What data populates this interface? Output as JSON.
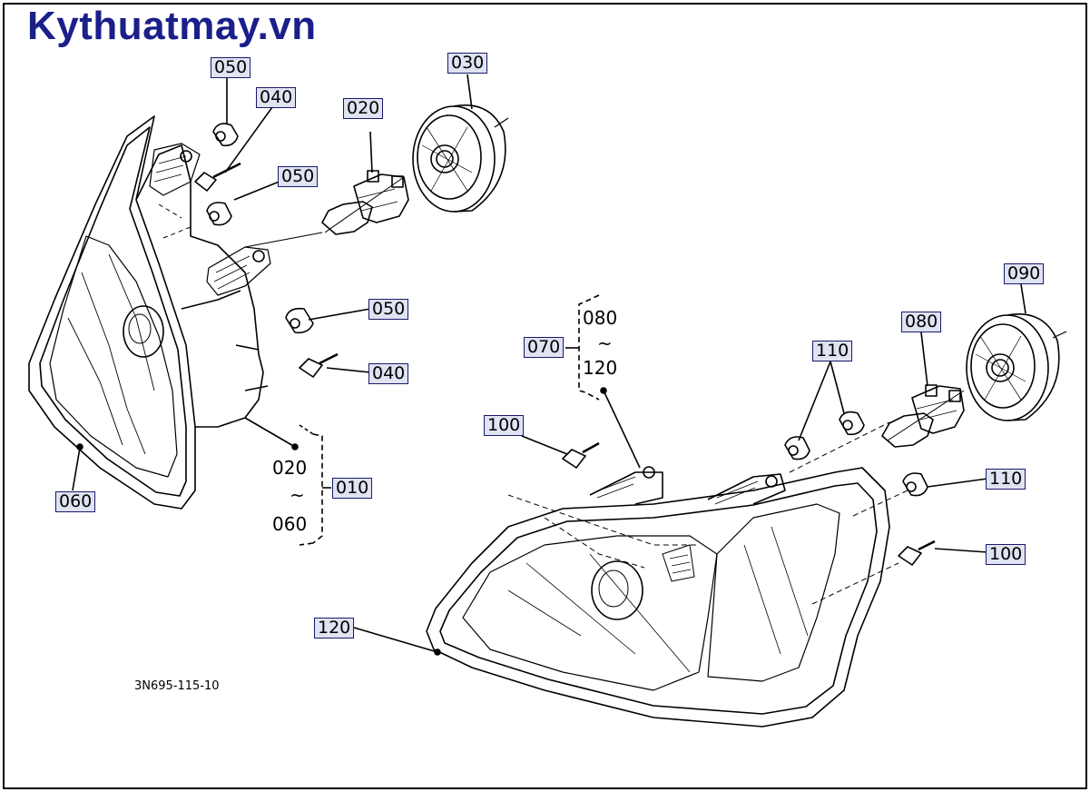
{
  "watermark": "Kythuatmay.vn",
  "drawing_code": "3N695-115-10",
  "left_group": {
    "assembly_ref": "010",
    "range_from": "020",
    "range_sep": "~",
    "range_to": "060"
  },
  "right_group": {
    "assembly_ref": "070",
    "range_from": "080",
    "range_sep": "~",
    "range_to": "120"
  },
  "callouts": {
    "c050_top": "050",
    "c040_top": "040",
    "c020": "020",
    "c030": "030",
    "c050_mid": "050",
    "c050_low": "050",
    "c040_low": "040",
    "c060": "060",
    "c090": "090",
    "c080": "080",
    "c110_top": "110",
    "c100_left": "100",
    "c110_right": "110",
    "c100_right": "100",
    "c120": "120"
  }
}
